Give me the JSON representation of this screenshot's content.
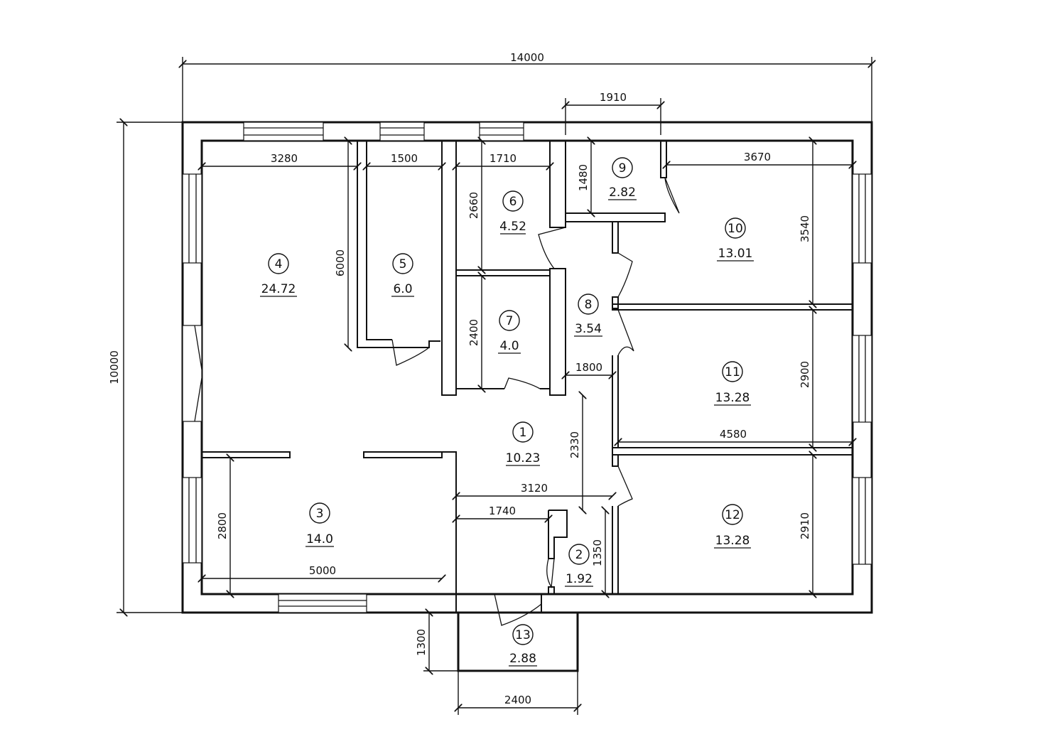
{
  "overall": {
    "width_label": "14000",
    "height_label": "10000"
  },
  "dimensions": {
    "d1910": "1910",
    "d3280": "3280",
    "d1500": "1500",
    "d1710": "1710",
    "d3670": "3670",
    "d1480": "1480",
    "d2660": "2660",
    "d6000": "6000",
    "d3540": "3540",
    "d2400v": "2400",
    "d1800": "1800",
    "d2900": "2900",
    "d4580": "4580",
    "d2330": "2330",
    "d3120": "3120",
    "d1740": "1740",
    "d2800": "2800",
    "d1350": "1350",
    "d2910": "2910",
    "d5000": "5000",
    "d1300": "1300",
    "d2400h": "2400"
  },
  "rooms": [
    {
      "num": "1",
      "area": "10.23"
    },
    {
      "num": "2",
      "area": "1.92"
    },
    {
      "num": "3",
      "area": "14.0"
    },
    {
      "num": "4",
      "area": "24.72"
    },
    {
      "num": "5",
      "area": "6.0"
    },
    {
      "num": "6",
      "area": "4.52"
    },
    {
      "num": "7",
      "area": "4.0"
    },
    {
      "num": "8",
      "area": "3.54"
    },
    {
      "num": "9",
      "area": "2.82"
    },
    {
      "num": "10",
      "area": "13.01"
    },
    {
      "num": "11",
      "area": "13.28"
    },
    {
      "num": "12",
      "area": "13.28"
    },
    {
      "num": "13",
      "area": "2.88"
    }
  ]
}
